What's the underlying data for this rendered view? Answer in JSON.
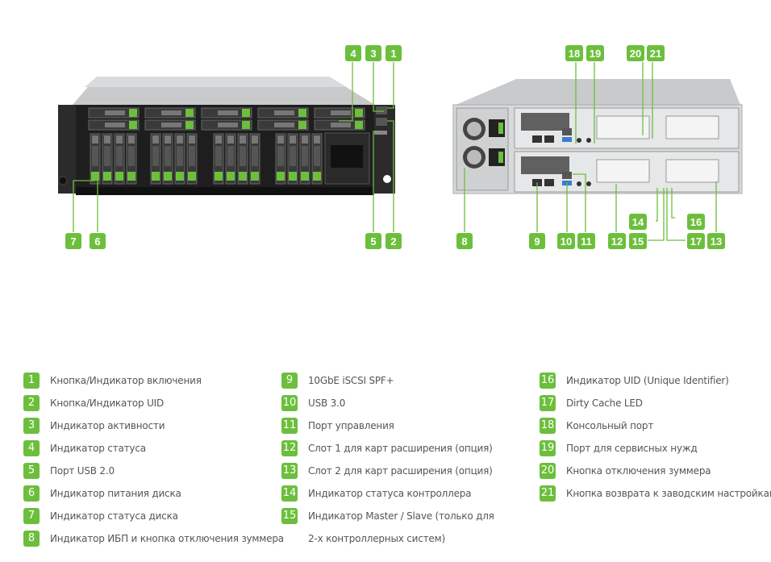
{
  "accent_color": "#6cbf3c",
  "front_view": {
    "callouts": [
      "4",
      "3",
      "1",
      "7",
      "6",
      "5",
      "2"
    ]
  },
  "rear_view": {
    "callouts": [
      "18",
      "19",
      "20",
      "21",
      "8",
      "9",
      "10",
      "11",
      "12",
      "14",
      "15",
      "16",
      "17",
      "13"
    ]
  },
  "legend": {
    "column1": [
      {
        "num": "1",
        "text": "Кнопка/Индикатор включения"
      },
      {
        "num": "2",
        "text": "Кнопка/Индикатор UID"
      },
      {
        "num": "3",
        "text": "Индикатор активности"
      },
      {
        "num": "4",
        "text": "Индикатор статуса"
      },
      {
        "num": "5",
        "text": "Порт USB 2.0"
      },
      {
        "num": "6",
        "text": "Индикатор питания диска"
      },
      {
        "num": "7",
        "text": "Индикатор статуса диска"
      },
      {
        "num": "8",
        "text": "Индикатор ИБП и кнопка отключения зуммера"
      }
    ],
    "column2": [
      {
        "num": "9",
        "text": "10GbE iSCSI SPF+"
      },
      {
        "num": "10",
        "text": "USB 3.0"
      },
      {
        "num": "11",
        "text": "Порт управления"
      },
      {
        "num": "12",
        "text": "Слот 1 для карт расширения (опция)"
      },
      {
        "num": "13",
        "text": "Слот 2 для карт расширения (опция)"
      },
      {
        "num": "14",
        "text": "Индикатор статуса контроллера"
      },
      {
        "num": "15",
        "text": "Индикатор Master / Slave (только для 2-х контроллерных систем)"
      }
    ],
    "column3": [
      {
        "num": "16",
        "text": "Индикатор UID (Unique Identifier)"
      },
      {
        "num": "17",
        "text": "Dirty Cache LED"
      },
      {
        "num": "18",
        "text": "Консольный порт"
      },
      {
        "num": "19",
        "text": "Порт для сервисных нужд"
      },
      {
        "num": "20",
        "text": "Кнопка отключения зуммера"
      },
      {
        "num": "21",
        "text": "Кнопка возврата к заводским настройкам"
      }
    ]
  }
}
